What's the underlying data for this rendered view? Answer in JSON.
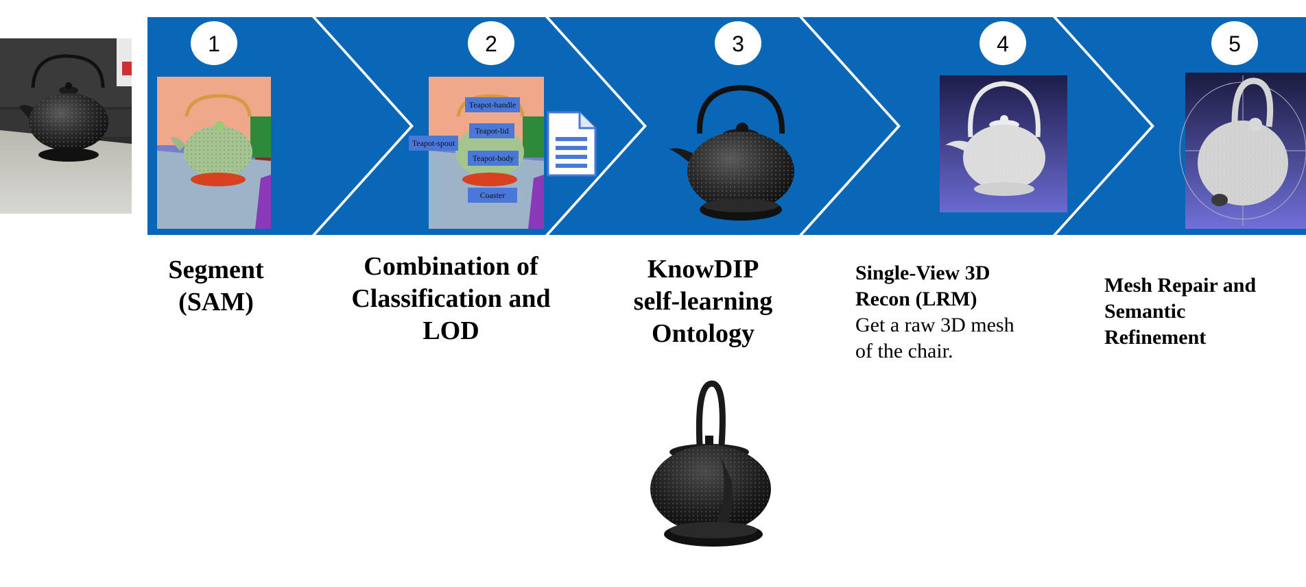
{
  "steps": [
    {
      "number": "1"
    },
    {
      "number": "2"
    },
    {
      "number": "3"
    },
    {
      "number": "4"
    },
    {
      "number": "5"
    }
  ],
  "captions": {
    "step1": {
      "line1": "Segment",
      "line2": "(SAM)"
    },
    "step2": {
      "line1": "Combination of",
      "line2": "Classification and",
      "line3": "LOD"
    },
    "step3": {
      "line1": "KnowDIP",
      "line2": "self-learning",
      "line3": "Ontology"
    },
    "step4": {
      "title1": "Single-View 3D",
      "title2": "Recon (LRM)",
      "desc1": "Get a raw 3D mesh",
      "desc2": "of the chair."
    },
    "step5": {
      "line1": "Mesh Repair and",
      "line2": "Semantic",
      "line3": "Refinement"
    }
  },
  "part_labels": {
    "handle": "Teapot-handle",
    "lid": "Teapot-lid",
    "spout": "Teapot-spout",
    "body": "Teapot-body",
    "coaster": "Coaster"
  },
  "colors": {
    "banner_blue": "#0A67B8",
    "chevron_gap": "#ffffff",
    "badge_fill": "#ffffff",
    "label_box": "#4A78D8"
  },
  "icons": {
    "document": "document-icon"
  }
}
